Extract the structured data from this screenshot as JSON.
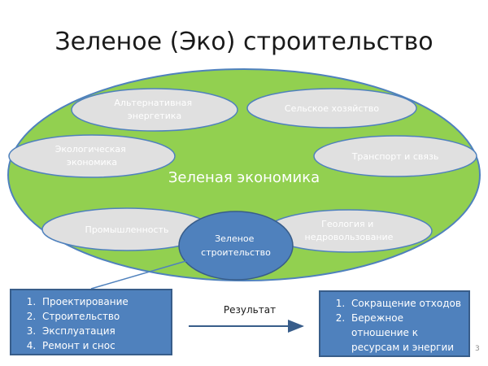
{
  "title": "Зеленое (Эко) строительство",
  "big_ellipse_label": "Зеленая экономика",
  "sectors": [
    {
      "key": "energy",
      "lines": [
        "Альтернативная",
        "энергетика"
      ]
    },
    {
      "key": "agri",
      "lines": [
        "Сельское хозяйство"
      ]
    },
    {
      "key": "eco",
      "lines": [
        "Экологическая",
        "экономика"
      ]
    },
    {
      "key": "transport",
      "lines": [
        "Транспорт и связь"
      ]
    },
    {
      "key": "industry",
      "lines": [
        "Промышленность"
      ]
    },
    {
      "key": "geology",
      "lines": [
        "Геология и",
        "недровользование"
      ]
    }
  ],
  "center": {
    "lines": [
      "Зеленое",
      "строительство"
    ]
  },
  "left_box": {
    "items": [
      "Проектирование",
      "Строительство",
      "Эксплуатация",
      "Ремонт и снос"
    ]
  },
  "arrow_label": "Результат",
  "right_box": {
    "items": [
      "Сокращение отходов",
      "Бережное отношение к ресурсам и энергии"
    ]
  },
  "page_number": "3",
  "colors": {
    "green_fill": "#92d050",
    "green_stroke": "#4f81bd",
    "sector_fill": "#e0e0e0",
    "blue_fill": "#4f81bd",
    "blue_stroke": "#385d8a"
  }
}
